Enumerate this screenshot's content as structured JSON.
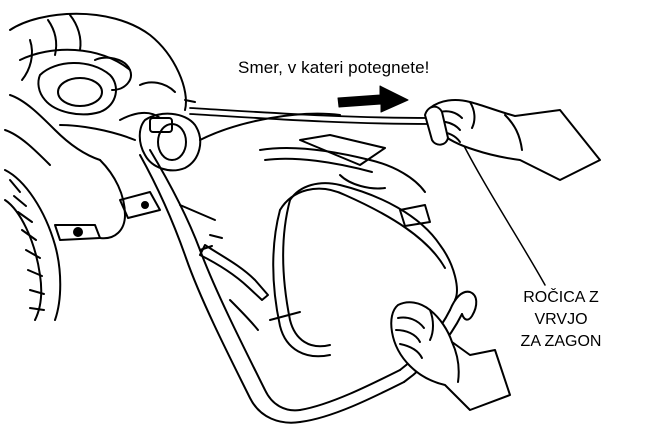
{
  "labels": {
    "direction": "Smer, v kateri potegnete!",
    "handle_line1": "ROČICA Z VRVJO",
    "handle_line2": "ZA ZAGON"
  },
  "colors": {
    "ink": "#000000",
    "paper": "#ffffff"
  },
  "figures": {
    "engine": "engine-illustration",
    "wheel": "wheel-illustration",
    "frame": "handlebar-frame-illustration",
    "rope": "starter-rope-illustration",
    "arrow": "pull-direction-arrow",
    "hand_pulling": "right-hand-pulling-illustration",
    "hand_holding": "left-hand-holding-illustration"
  }
}
